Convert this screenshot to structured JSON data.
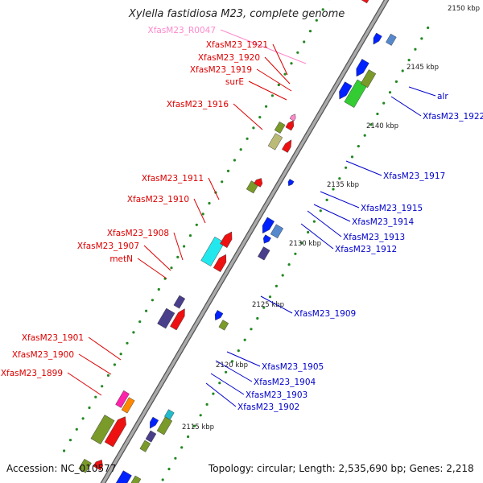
{
  "title": "Xylella fastidiosa M23, complete genome",
  "accession": "Accession: NC_010577",
  "topology": "Topology: circular; Length: 2,535,690 bp; Genes: 2,218",
  "colors": {
    "forward_label": "#dd0000",
    "reverse_label": "#0000cc",
    "rna_label": "#ff88cc",
    "backbone": "#888888",
    "tick": "#228822"
  },
  "kbp_labels": [
    "2115 kbp",
    "2120 kbp",
    "2125 kbp",
    "2130 kbp",
    "2135 kbp",
    "2140 kbp",
    "2145 kbp",
    "2150 kbp"
  ],
  "forward_labels": [
    "XfasM23_R0047",
    "XfasM23_1921",
    "XfasM23_1920",
    "XfasM23_1919",
    "surE",
    "XfasM23_1916",
    "XfasM23_1911",
    "XfasM23_1910",
    "XfasM23_1908",
    "XfasM23_1907",
    "metN",
    "XfasM23_1901",
    "XfasM23_1900",
    "XfasM23_1899"
  ],
  "reverse_labels": [
    "alr",
    "XfasM23_1922",
    "XfasM23_1917",
    "XfasM23_1915",
    "XfasM23_1914",
    "XfasM23_1913",
    "XfasM23_1912",
    "XfasM23_1909",
    "XfasM23_1905",
    "XfasM23_1904",
    "XfasM23_1903",
    "XfasM23_1902"
  ]
}
